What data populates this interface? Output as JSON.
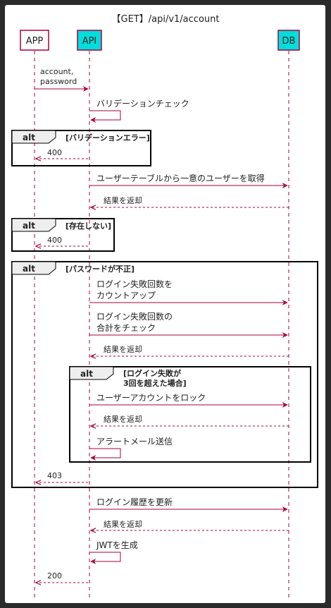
{
  "title": "【GET】/api/v1/account",
  "participants": {
    "app": "APP",
    "api": "API",
    "db": "DB"
  },
  "colors": {
    "arrow": "#a80036",
    "participant_app_fill": "#ffffff",
    "participant_api_fill": "#00dddd",
    "participant_db_fill": "#00dddd",
    "participant_border": "#a80036",
    "lifeline": "#a80036"
  },
  "messages": {
    "m1_line1": "account,",
    "m1_line2": "password",
    "m2": "バリデーションチェック",
    "m4": "ユーザーテーブルから一意のユーザーを取得",
    "m5": "結果を返却",
    "m7_line1": "ログイン失敗回数を",
    "m7_line2": "カウントアップ",
    "m8_line1": "ログイン失敗回数の",
    "m8_line2": "合計をチェック",
    "m9": "結果を返却",
    "m10": "ユーザーアカウントをロック",
    "m11": "結果を返却",
    "m12": "アラートメール送信",
    "m14": "ログイン履歴を更新",
    "m15": "結果を返却",
    "m16": "JWTを生成",
    "r400a": "400",
    "r400b": "400",
    "r403": "403",
    "r200": "200"
  },
  "fragments": {
    "alt1": {
      "keyword": "alt",
      "condition": "[バリデーションエラー]"
    },
    "alt2": {
      "keyword": "alt",
      "condition": "[存在しない]"
    },
    "alt3": {
      "keyword": "alt",
      "condition": "[パスワードが不正]"
    },
    "alt4": {
      "keyword": "alt",
      "condition_line1": "[ログイン失敗が",
      "condition_line2": "3回を超えた場合]"
    }
  }
}
